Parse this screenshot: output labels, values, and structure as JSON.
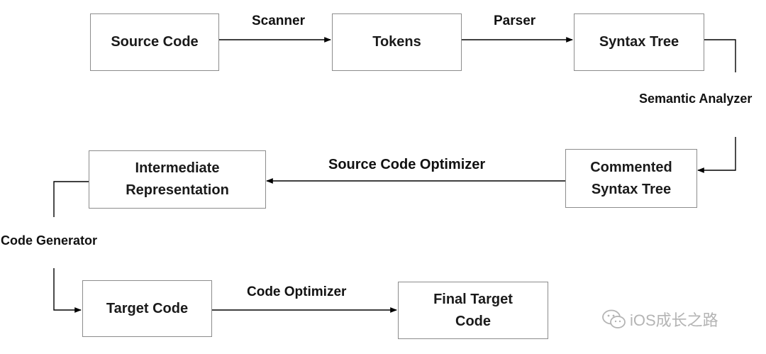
{
  "nodes": {
    "source_code": "Source Code",
    "tokens": "Tokens",
    "syntax_tree": "Syntax Tree",
    "commented_syntax_tree": [
      "Commented",
      "Syntax Tree"
    ],
    "intermediate_representation": [
      "Intermediate",
      "Representation"
    ],
    "target_code": "Target Code",
    "final_target_code": [
      "Final Target",
      "Code"
    ]
  },
  "edges": {
    "scanner": "Scanner",
    "parser": "Parser",
    "semantic_analyzer": "Semantic Analyzer",
    "source_code_optimizer": "Source Code Optimizer",
    "code_generator": "Code Generator",
    "code_optimizer": "Code Optimizer"
  },
  "watermark": {
    "text": "iOS成长之路",
    "icon": "wechat-icon"
  },
  "colors": {
    "box_border": "#8c8c8c",
    "line": "#000000",
    "watermark": "#b4b4b4"
  }
}
